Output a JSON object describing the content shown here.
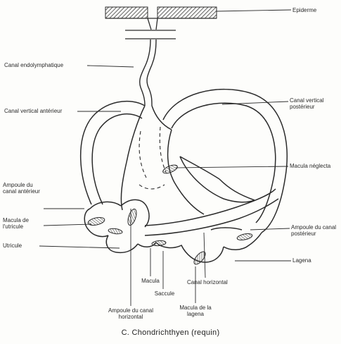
{
  "figure": {
    "caption": "C. Chondrichthyen (requin)"
  },
  "labels": {
    "epiderme": "Epiderme",
    "canal_endolymphatique": "Canal endolymphatique",
    "canal_vertical_anterieur": "Canal vertical antérieur",
    "canal_vertical_posterieur": "Canal vertical postérieur",
    "macula_neglecta": "Macula néglecta",
    "ampoule_canal_anterieur": "Ampoule du canal antérieur",
    "macula_utricule": "Macula de l'utricule",
    "utricule": "Utricule",
    "ampoule_canal_posterieur": "Ampoule du canal postérieur",
    "lagena": "Lagena",
    "macula": "Macula",
    "saccule": "Saccule",
    "canal_horizontal": "Canal horizontal",
    "ampoule_canal_horizontal": "Ampoule du canal horizontal",
    "macula_lagena": "Macula de la lagena"
  },
  "colors": {
    "line": "#2b2b2b",
    "hatch": "#3a3a3a"
  }
}
